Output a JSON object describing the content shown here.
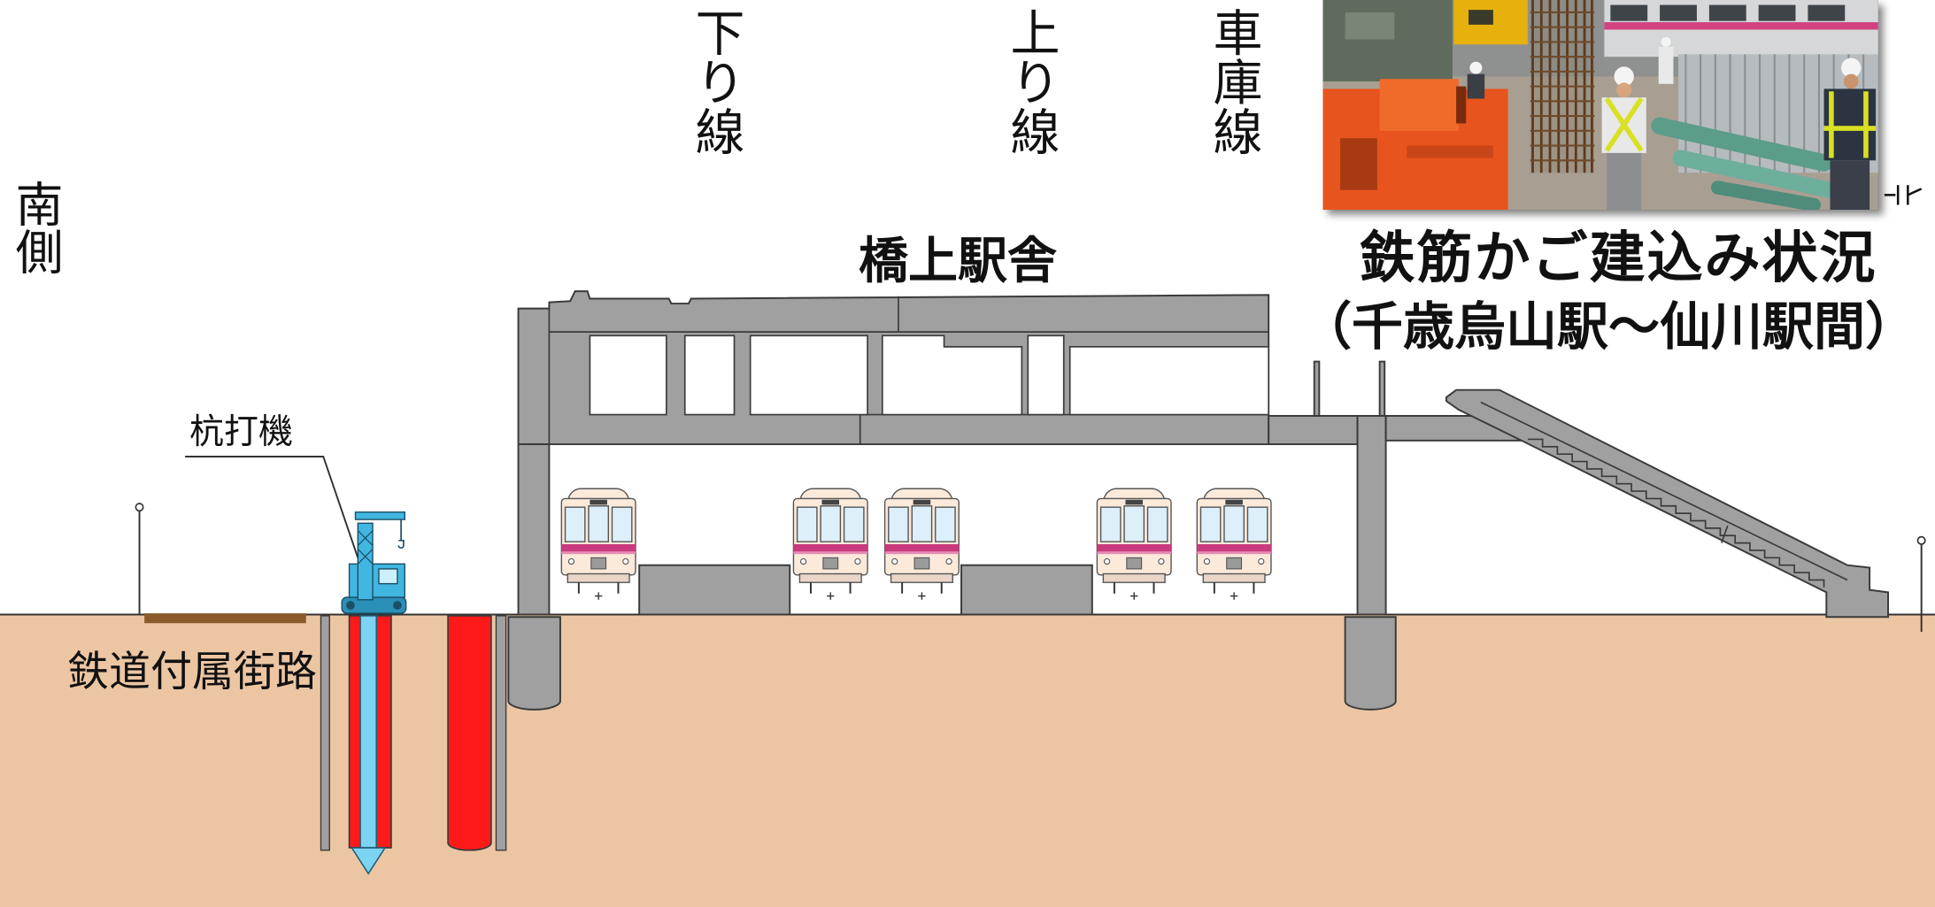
{
  "diagram": {
    "track_labels": {
      "down": "下り線",
      "up": "上り線",
      "depot": "車庫線"
    },
    "side_label": "南側",
    "station_label": "橋上駅舎",
    "pile_driver_label": "杭打機",
    "road_label": "鉄道付属街路",
    "photo_caption": {
      "title": "鉄筋かご建込み状況",
      "location": "（千歳烏山駅～仙川駅間）"
    }
  },
  "colors": {
    "ground": "#ECC6A3",
    "structure": "#A0A0A0",
    "outline": "#3A3A3A",
    "pile_red": "#FF1A1A",
    "auger_blue": "#7DD3F2",
    "road_slab": "#8B5A2B",
    "crane_blue": "#41B6E0",
    "train_body": "#FBE9DA",
    "train_window": "#DDEFFA",
    "train_stripe": "#C93A7E"
  }
}
